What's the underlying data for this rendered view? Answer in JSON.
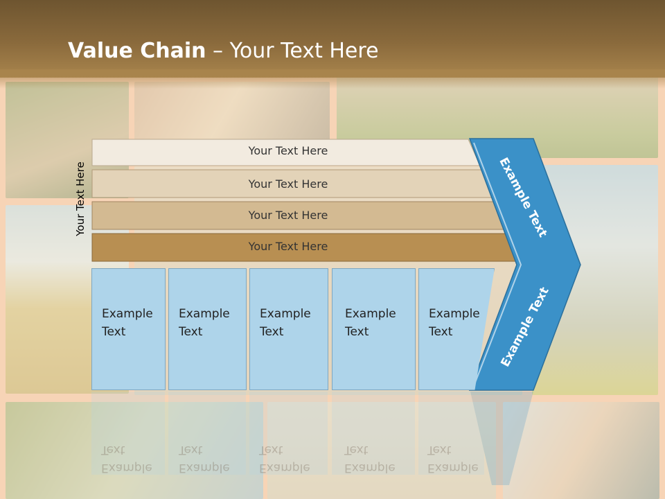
{
  "slide": {
    "title_bold": "Value Chain",
    "title_rest": " – Your Text Here",
    "side_label": "Your Text Here"
  },
  "tiers": [
    "Your Text Here",
    "Your Text Here",
    "Your Text Here",
    "Your Text Here"
  ],
  "boxes": [
    {
      "line1": "Example",
      "line2": "Text"
    },
    {
      "line1": "Example",
      "line2": "Text"
    },
    {
      "line1": "Example",
      "line2": "Text"
    },
    {
      "line1": "Example",
      "line2": "Text"
    },
    {
      "line1": "Example",
      "line2": "Text"
    }
  ],
  "arrow": {
    "upper_label": "Example Text",
    "lower_label": "Example Text"
  },
  "colors": {
    "header": "#8a6a3c",
    "tier1": "#f2ebe0",
    "tier2": "#e3d3b8",
    "tier3": "#d3ba92",
    "tier4": "#b88f52",
    "box": "#aed4ea",
    "arrow": "#3b91c8"
  }
}
